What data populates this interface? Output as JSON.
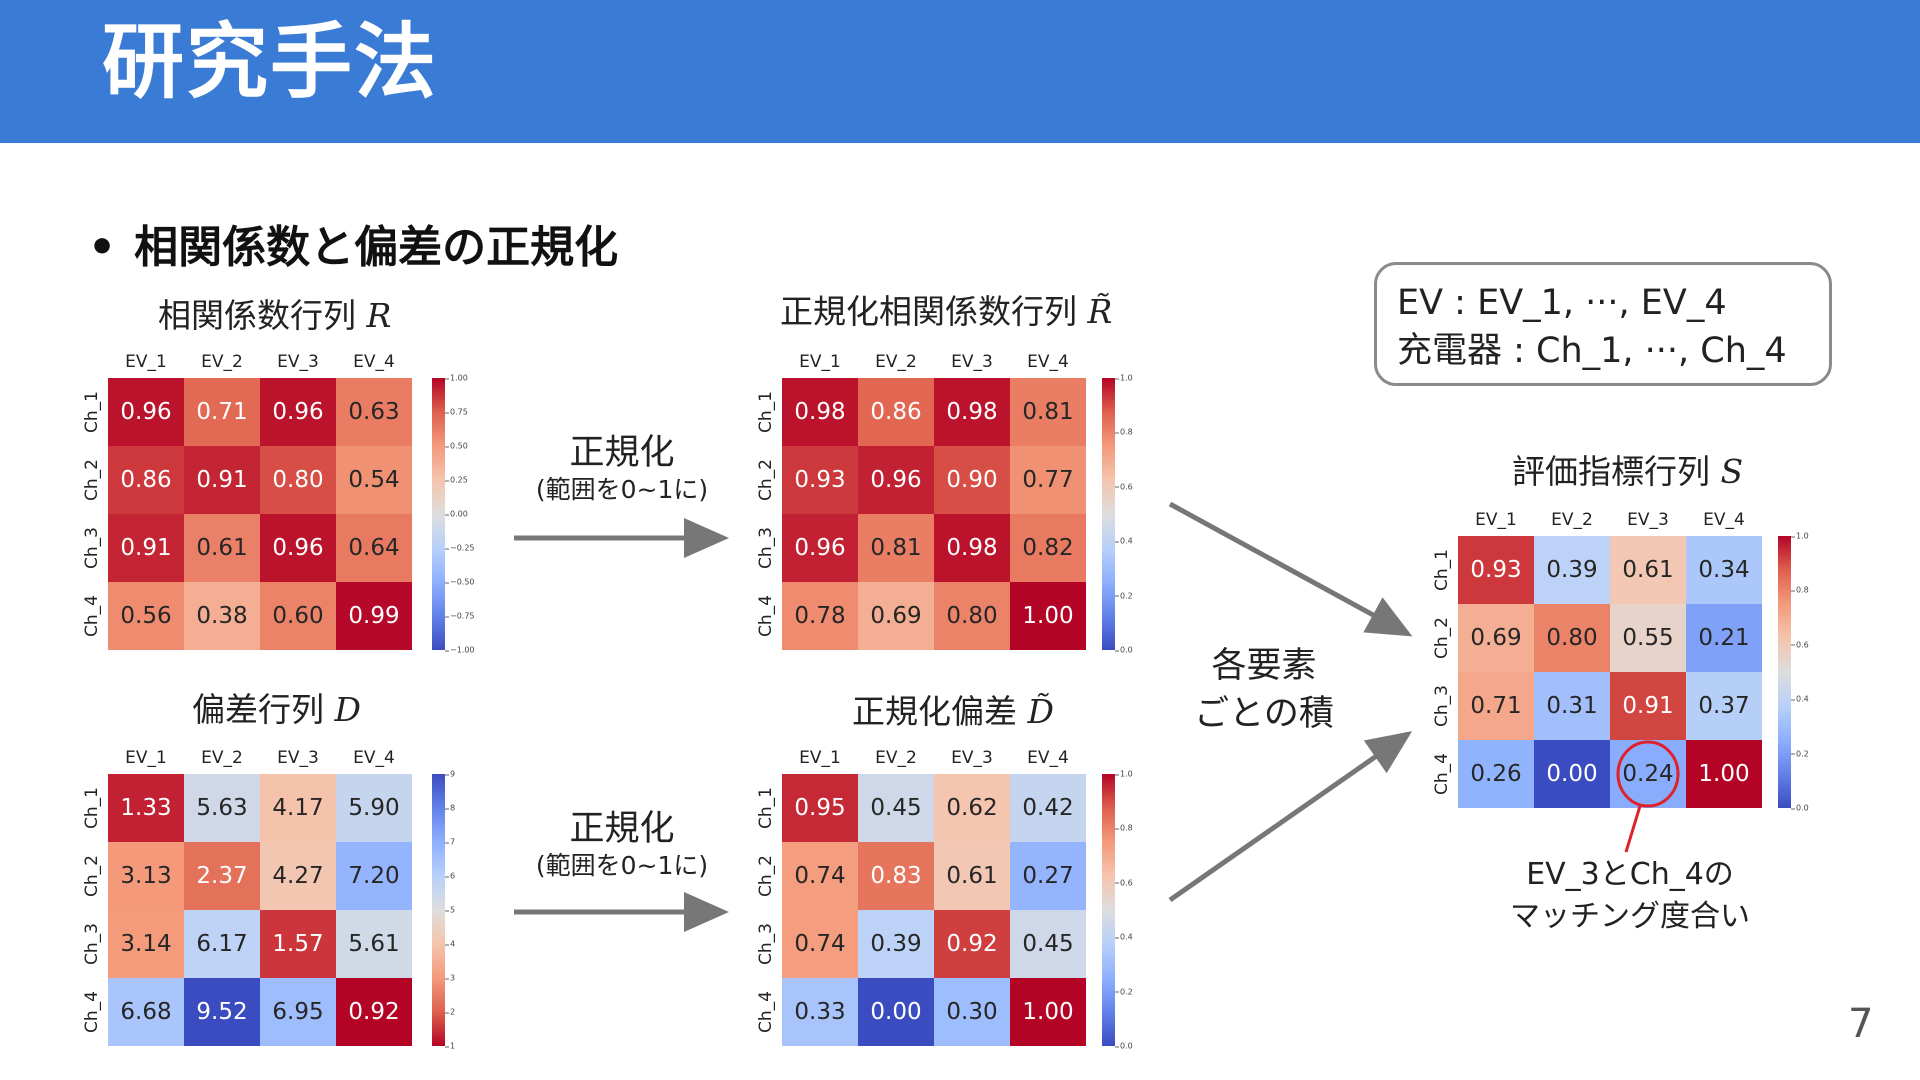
{
  "slide": {
    "title": "研究手法",
    "bullet": "相関係数と偏差の正規化",
    "page_number": "7",
    "info_box": {
      "line1": "EV : EV_1, ···, EV_4",
      "line2": "充電器 : Ch_1, ···, Ch_4"
    },
    "arrow_top": {
      "main": "正規化",
      "sub": "(範囲を0~1に)"
    },
    "arrow_bottom": {
      "main": "正規化",
      "sub": "(範囲を0~1に)"
    },
    "product_label": {
      "line1": "各要素",
      "line2": "ごとの積"
    },
    "annotation": {
      "line1": "EV_3とCh_4の",
      "line2": "マッチング度合い"
    },
    "colors": {
      "header": "#3a7bd5",
      "highlight": "#e0202a",
      "arrow": "#777777"
    }
  },
  "chart_data": [
    {
      "type": "heatmap",
      "id": "R",
      "title_text": "相関係数行列 ",
      "title_symbol": "R",
      "x": [
        "EV_1",
        "EV_2",
        "EV_3",
        "EV_4"
      ],
      "y": [
        "Ch_1",
        "Ch_2",
        "Ch_3",
        "Ch_4"
      ],
      "values": [
        [
          0.96,
          0.71,
          0.96,
          0.63
        ],
        [
          0.86,
          0.91,
          0.8,
          0.54
        ],
        [
          0.91,
          0.61,
          0.96,
          0.64
        ],
        [
          0.56,
          0.38,
          0.6,
          0.99
        ]
      ],
      "vmin": -1,
      "vmax": 1,
      "colormap": "coolwarm",
      "colorbar_ticks": [
        "1.00",
        "0.75",
        "0.50",
        "0.25",
        "0.00",
        "−0.25",
        "−0.50",
        "−0.75",
        "−1.00"
      ]
    },
    {
      "type": "heatmap",
      "id": "Rn",
      "title_text": "正規化相関係数行列 ",
      "title_symbol": "R̃",
      "x": [
        "EV_1",
        "EV_2",
        "EV_3",
        "EV_4"
      ],
      "y": [
        "Ch_1",
        "Ch_2",
        "Ch_3",
        "Ch_4"
      ],
      "values": [
        [
          0.98,
          0.86,
          0.98,
          0.81
        ],
        [
          0.93,
          0.96,
          0.9,
          0.77
        ],
        [
          0.96,
          0.81,
          0.98,
          0.82
        ],
        [
          0.78,
          0.69,
          0.8,
          1.0
        ]
      ],
      "vmin": 0,
      "vmax": 1,
      "colormap": "coolwarm",
      "colorbar_ticks": [
        "1.0",
        "0.8",
        "0.6",
        "0.4",
        "0.2",
        "0.0"
      ]
    },
    {
      "type": "heatmap",
      "id": "D",
      "title_text": "偏差行列 ",
      "title_symbol": "D",
      "x": [
        "EV_1",
        "EV_2",
        "EV_3",
        "EV_4"
      ],
      "y": [
        "Ch_1",
        "Ch_2",
        "Ch_3",
        "Ch_4"
      ],
      "values": [
        [
          1.33,
          5.63,
          4.17,
          5.9
        ],
        [
          3.13,
          2.37,
          4.27,
          7.2
        ],
        [
          3.14,
          6.17,
          1.57,
          5.61
        ],
        [
          6.68,
          9.52,
          6.95,
          0.92
        ]
      ],
      "vmin": 1,
      "vmax": 9.5,
      "colormap": "coolwarm_r",
      "colorbar_ticks": [
        "9",
        "8",
        "7",
        "6",
        "5",
        "4",
        "3",
        "2",
        "1"
      ]
    },
    {
      "type": "heatmap",
      "id": "Dn",
      "title_text": "正規化偏差 ",
      "title_symbol": "D̃",
      "x": [
        "EV_1",
        "EV_2",
        "EV_3",
        "EV_4"
      ],
      "y": [
        "Ch_1",
        "Ch_2",
        "Ch_3",
        "Ch_4"
      ],
      "values": [
        [
          0.95,
          0.45,
          0.62,
          0.42
        ],
        [
          0.74,
          0.83,
          0.61,
          0.27
        ],
        [
          0.74,
          0.39,
          0.92,
          0.45
        ],
        [
          0.33,
          0.0,
          0.3,
          1.0
        ]
      ],
      "vmin": 0,
      "vmax": 1,
      "colormap": "coolwarm",
      "colorbar_ticks": [
        "1.0",
        "0.8",
        "0.6",
        "0.4",
        "0.2",
        "0.0"
      ]
    },
    {
      "type": "heatmap",
      "id": "S",
      "title_text": "評価指標行列 ",
      "title_symbol": "S",
      "x": [
        "EV_1",
        "EV_2",
        "EV_3",
        "EV_4"
      ],
      "y": [
        "Ch_1",
        "Ch_2",
        "Ch_3",
        "Ch_4"
      ],
      "values": [
        [
          0.93,
          0.39,
          0.61,
          0.34
        ],
        [
          0.69,
          0.8,
          0.55,
          0.21
        ],
        [
          0.71,
          0.31,
          0.91,
          0.37
        ],
        [
          0.26,
          0.0,
          0.24,
          1.0
        ]
      ],
      "vmin": 0,
      "vmax": 1,
      "colormap": "coolwarm",
      "colorbar_ticks": [
        "1.0",
        "0.8",
        "0.6",
        "0.4",
        "0.2",
        "0.0"
      ],
      "highlight": {
        "row": 3,
        "col": 2
      }
    }
  ]
}
